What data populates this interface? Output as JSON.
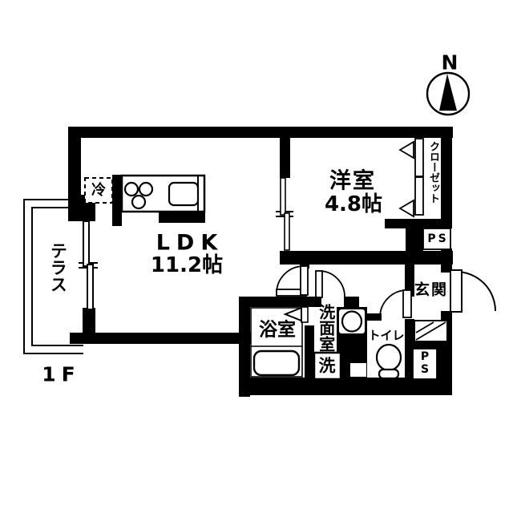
{
  "compass": {
    "north_label": "N"
  },
  "floor_label": "1F",
  "rooms": {
    "ldk": {
      "name": "LDK",
      "area": "11.2帖"
    },
    "bedroom": {
      "name": "洋室",
      "area": "4.8帖"
    },
    "terrace": {
      "name": "テラス"
    },
    "bathroom": {
      "name": "浴室"
    },
    "washroom": {
      "name": "洗面室"
    },
    "toilet": {
      "name": "トイレ"
    },
    "entrance": {
      "name": "玄関"
    },
    "closet": {
      "name": "クローゼット"
    }
  },
  "labels": {
    "pipe_space_upper": "PS",
    "pipe_space_lower": "PS",
    "refrigerator": "冷",
    "washing_machine": "洗"
  },
  "colors": {
    "wall": "#000000",
    "background": "#ffffff"
  }
}
